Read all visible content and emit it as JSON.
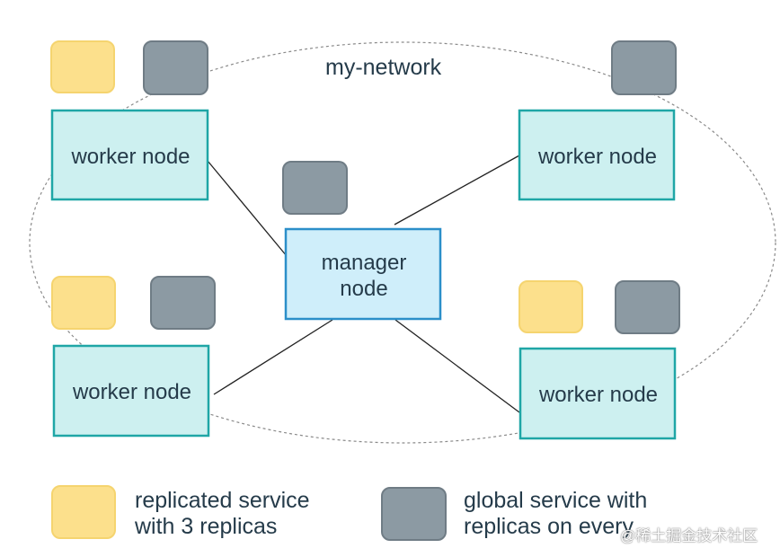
{
  "network": {
    "label": "my-network"
  },
  "manager": {
    "label_line1": "manager",
    "label_line2": "node"
  },
  "workers": [
    {
      "label": "worker node"
    },
    {
      "label": "worker node"
    },
    {
      "label": "worker node"
    },
    {
      "label": "worker node"
    }
  ],
  "legend": {
    "replicated": {
      "line1": "replicated service",
      "line2": "with 3 replicas"
    },
    "global": {
      "line1": "global service with",
      "line2": "replicas on every"
    }
  },
  "watermark": "@稀土掘金技术社区",
  "colors": {
    "replicated_fill": "#fce08c",
    "replicated_stroke": "#f5d46f",
    "global_fill": "#8c9aa3",
    "global_stroke": "#6f7c85",
    "worker_fill": "#cdf0f0",
    "worker_stroke": "#1fa6a6",
    "manager_fill": "#cfeefa",
    "manager_stroke": "#2b8fc9",
    "text": "#253b4a"
  }
}
